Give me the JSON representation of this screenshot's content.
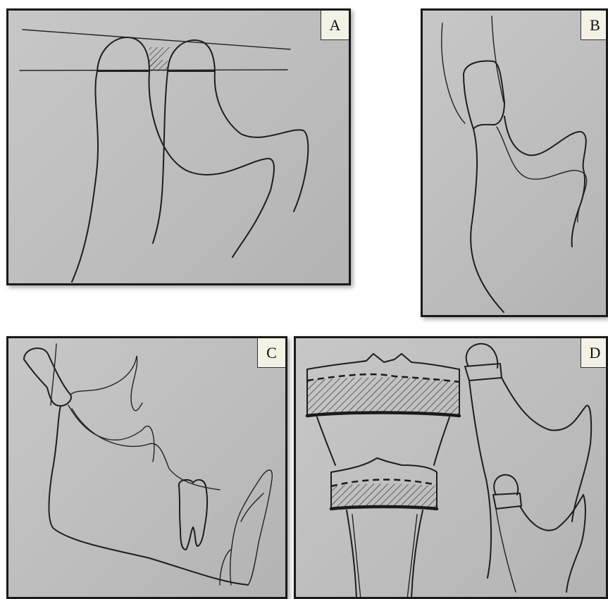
{
  "panels": {
    "a": {
      "label": "A"
    },
    "b": {
      "label": "B"
    },
    "c": {
      "label": "C"
    },
    "d": {
      "label": "D"
    }
  },
  "colors": {
    "panel_background": "#c0c0c0",
    "line": "#1e1e1e",
    "label_background": "#f4f2e6"
  }
}
